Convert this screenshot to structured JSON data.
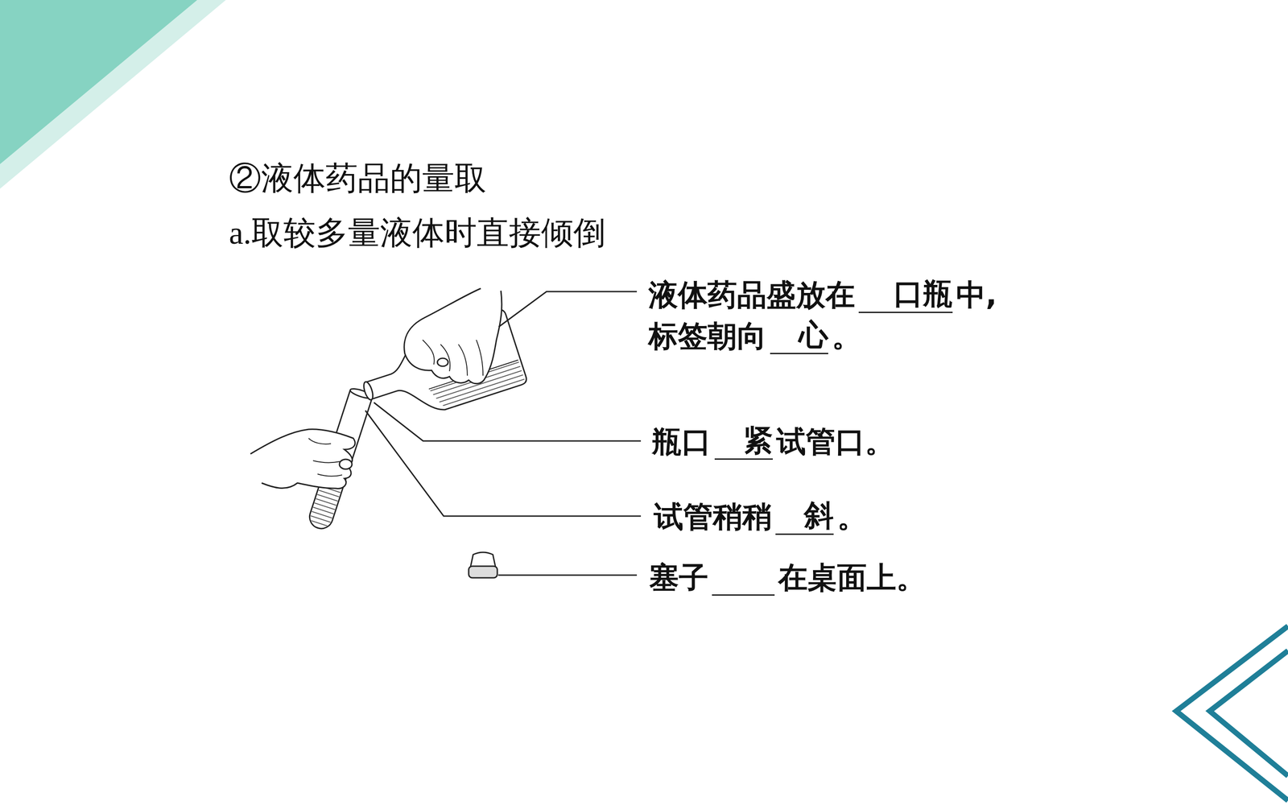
{
  "diagram": {
    "title": "②液体药品的量取",
    "labels": [
      "a.取较多量液体时直接倾倒",
      "液体药品盛放在",
      "口瓶",
      "中,",
      "标签朝向",
      "心",
      "。",
      "瓶口",
      "紧",
      "试管口。",
      "试管稍稍",
      "斜",
      "。",
      "塞子",
      "在桌面上。"
    ]
  }
}
